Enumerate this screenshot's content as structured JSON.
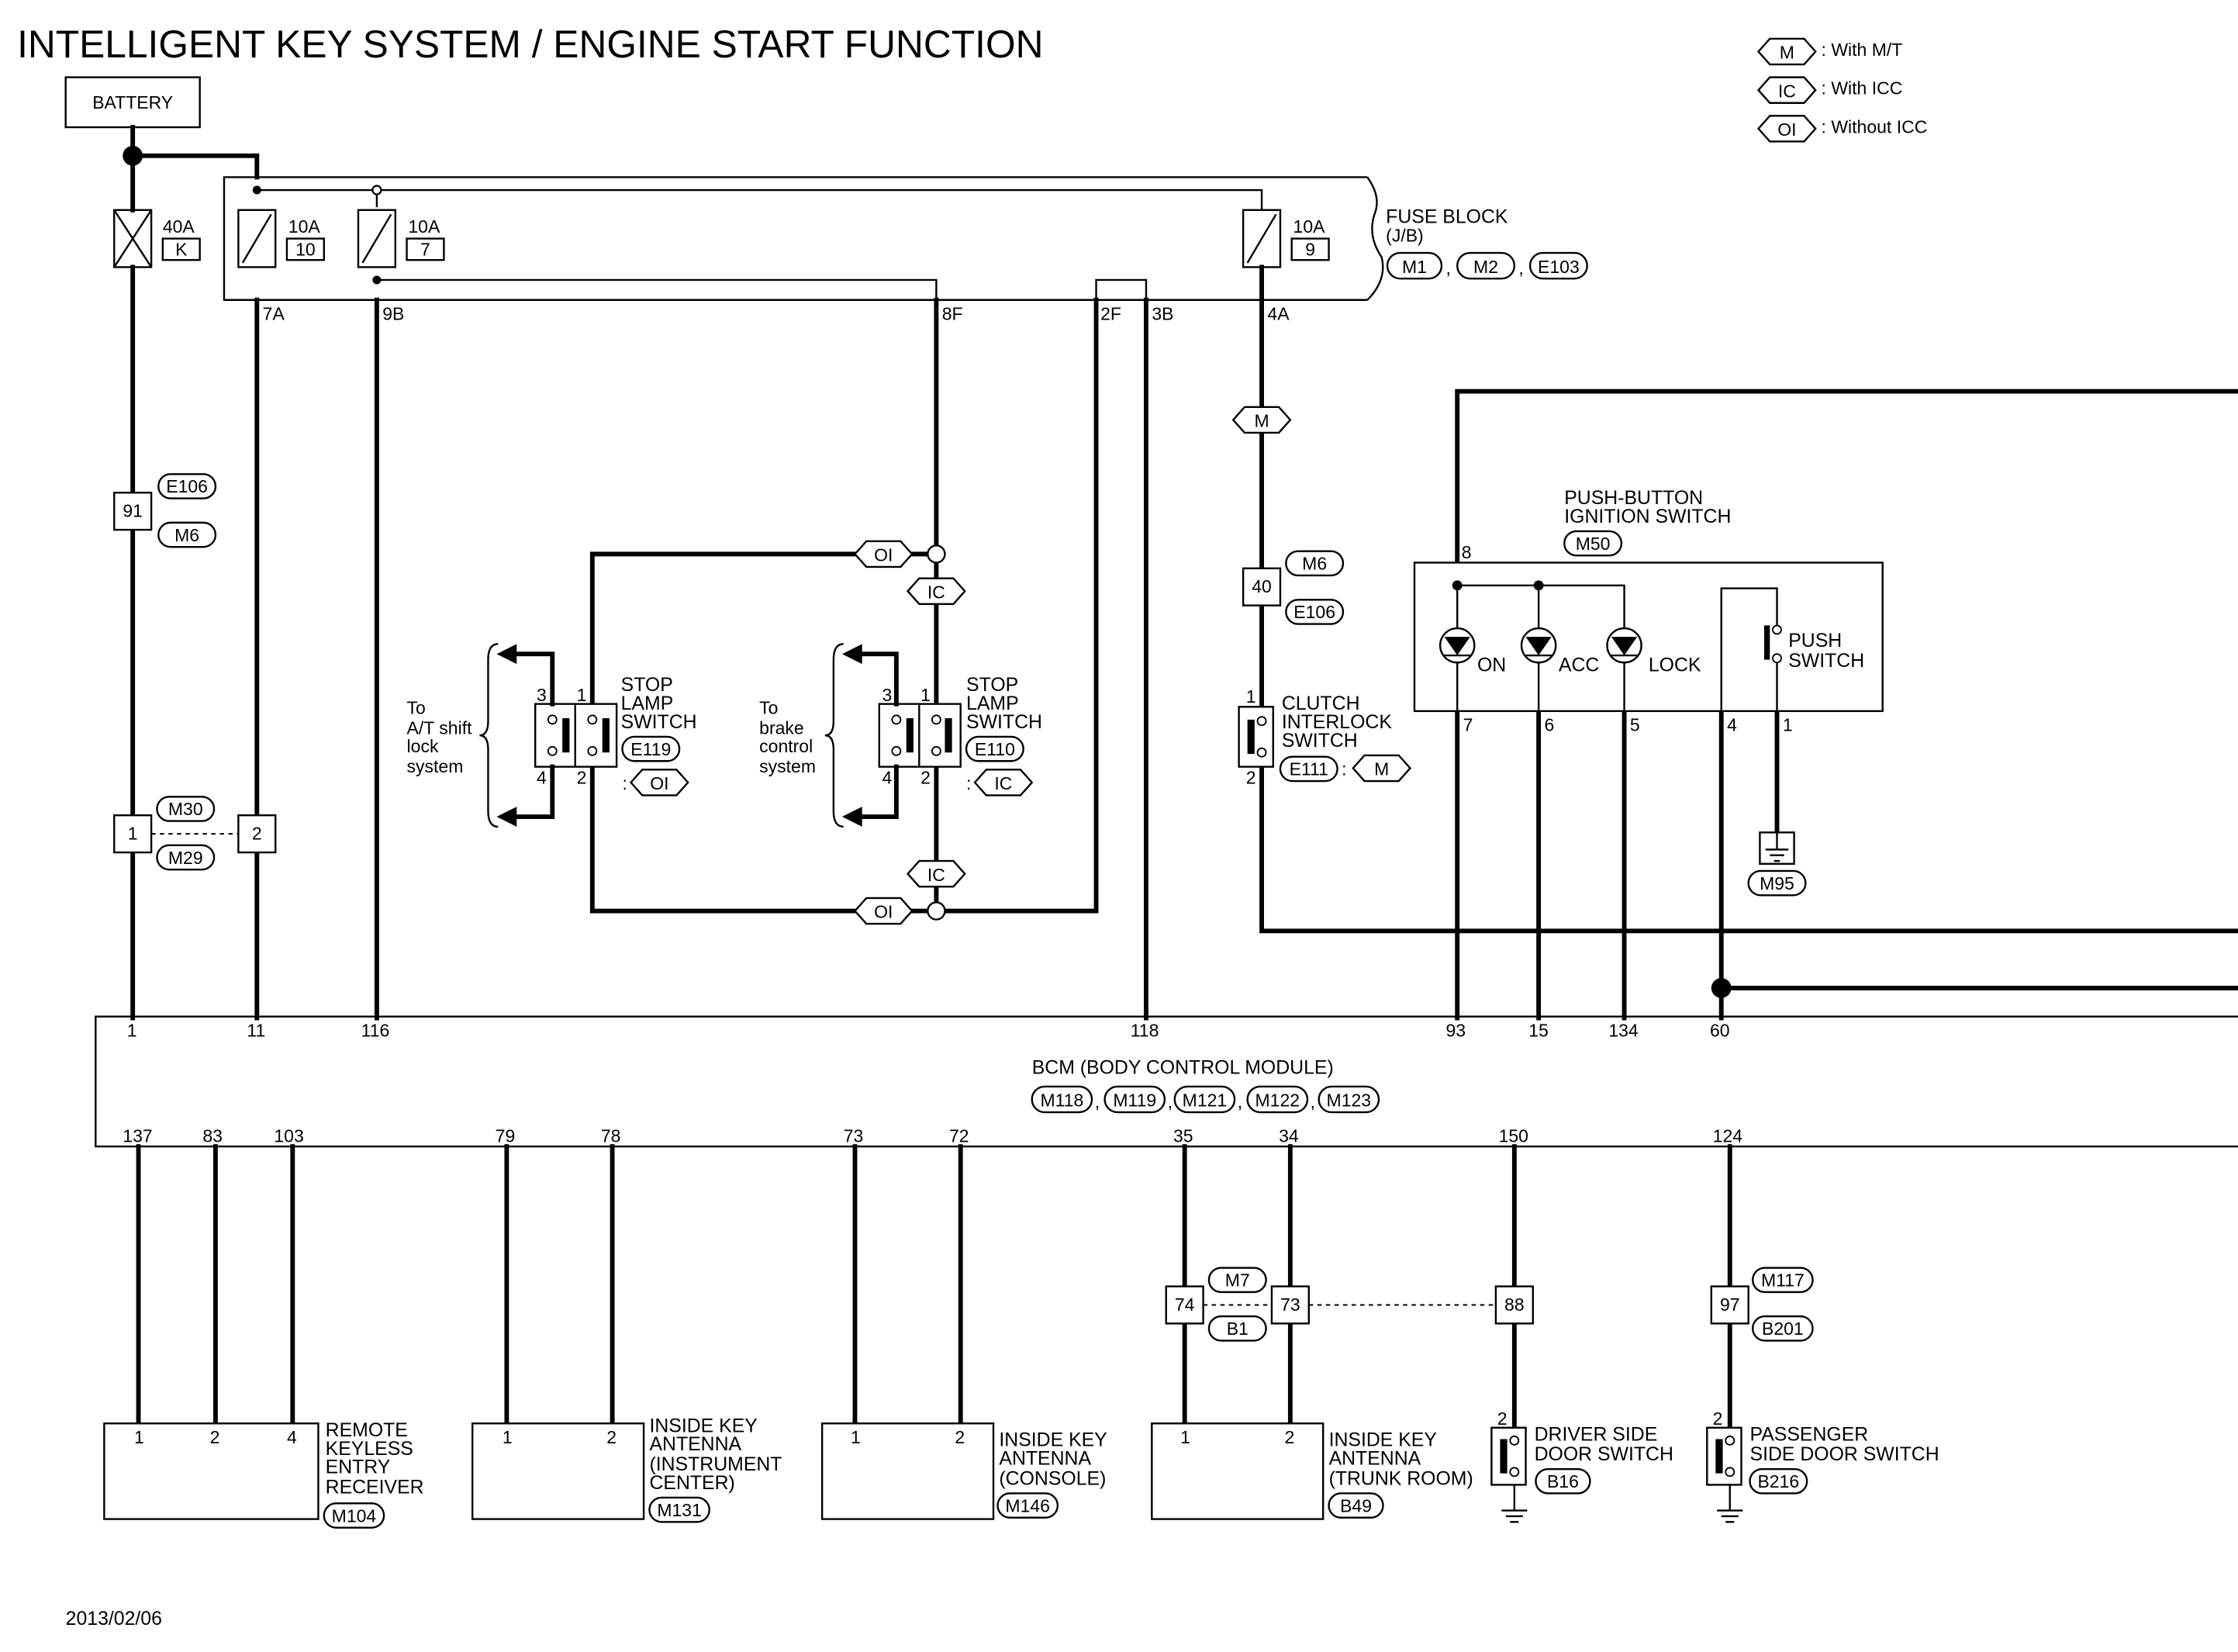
{
  "title": "INTELLIGENT KEY SYSTEM / ENGINE START FUNCTION",
  "date": "2013/02/06",
  "legend": [
    {
      "code": "M",
      "text": ": With M/T"
    },
    {
      "code": "IC",
      "text": ": With ICC"
    },
    {
      "code": "OI",
      "text": ": Without ICC"
    }
  ],
  "battery": "BATTERY",
  "fuse_block": {
    "label_1": "FUSE BLOCK",
    "label_2": "(J/B)",
    "connectors": [
      "M1",
      "M2",
      "E103"
    ],
    "fuses": [
      {
        "amp": "40A",
        "id": "K"
      },
      {
        "amp": "10A",
        "id": "10"
      },
      {
        "amp": "10A",
        "id": "7"
      },
      {
        "amp": "10A",
        "id": "9"
      }
    ],
    "pins": [
      "7A",
      "9B",
      "8F",
      "2F",
      "3B",
      "4A"
    ]
  },
  "connectors": {
    "c91": {
      "pin": "91",
      "top": "E106",
      "bottom": "M6"
    },
    "c1_2": {
      "pin_a": "1",
      "pin_b": "2",
      "top": "M30",
      "bottom": "M29"
    },
    "c40": {
      "pin": "40",
      "top": "M6",
      "bottom": "E106"
    },
    "c74_73": {
      "pin_a": "74",
      "pin_b": "73",
      "top": "M7",
      "bottom": "B1"
    },
    "c88": {
      "pin": "88"
    },
    "c97": {
      "pin": "97",
      "top": "M117",
      "bottom": "B201"
    }
  },
  "stop_lamp_1": {
    "label_1": "STOP",
    "label_2": "LAMP",
    "label_3": "SWITCH",
    "conn": "E119",
    "cond": "OI",
    "pins": [
      "3",
      "1",
      "4",
      "2"
    ],
    "to_1": "To",
    "to_2": "A/T shift",
    "to_3": "lock",
    "to_4": "system"
  },
  "stop_lamp_2": {
    "label_1": "STOP",
    "label_2": "LAMP",
    "label_3": "SWITCH",
    "conn": "E110",
    "cond": "IC",
    "pins": [
      "3",
      "1",
      "4",
      "2"
    ],
    "to_1": "To",
    "to_2": "brake",
    "to_3": "control",
    "to_4": "system"
  },
  "junction_tags": {
    "oi": "OI",
    "ic": "IC"
  },
  "clutch": {
    "label_1": "CLUTCH",
    "label_2": "INTERLOCK",
    "label_3": "SWITCH",
    "conn": "E111",
    "cond": "M",
    "pin_top": "1",
    "pin_bottom": "2",
    "wire_tag": "M"
  },
  "push_button": {
    "label_1": "PUSH-BUTTON",
    "label_2": "IGNITION SWITCH",
    "conn": "M50",
    "pin_top": "8",
    "leds": [
      "ON",
      "ACC",
      "LOCK"
    ],
    "push_1": "PUSH",
    "push_2": "SWITCH",
    "pins_bottom": [
      "7",
      "6",
      "5",
      "4",
      "1"
    ],
    "ground_conn": "M95"
  },
  "bcm": {
    "label": "BCM (BODY CONTROL MODULE)",
    "connectors": [
      "M118",
      "M119",
      "M121",
      "M122",
      "M123"
    ],
    "top_pins": [
      "1",
      "11",
      "116",
      "118",
      "93",
      "15",
      "134",
      "60"
    ],
    "bottom_pins": [
      "137",
      "83",
      "103",
      "79",
      "78",
      "73",
      "72",
      "35",
      "34",
      "150",
      "124"
    ]
  },
  "components": {
    "rker": {
      "lines": [
        "REMOTE",
        "KEYLESS",
        "ENTRY",
        "RECEIVER"
      ],
      "conn": "M104",
      "pins": [
        "1",
        "2",
        "4"
      ]
    },
    "ant_ic": {
      "lines": [
        "INSIDE KEY",
        "ANTENNA",
        "(INSTRUMENT",
        "CENTER)"
      ],
      "conn": "M131",
      "pins": [
        "1",
        "2"
      ]
    },
    "ant_co": {
      "lines": [
        "INSIDE KEY",
        "ANTENNA",
        "(CONSOLE)"
      ],
      "conn": "M146",
      "pins": [
        "1",
        "2"
      ]
    },
    "ant_tr": {
      "lines": [
        "INSIDE KEY",
        "ANTENNA",
        "(TRUNK ROOM)"
      ],
      "conn": "B49",
      "pins": [
        "1",
        "2"
      ]
    },
    "drv": {
      "lines": [
        "DRIVER SIDE",
        "DOOR SWITCH"
      ],
      "conn": "B16",
      "pin": "2"
    },
    "pas": {
      "lines": [
        "PASSENGER",
        "SIDE DOOR SWITCH"
      ],
      "conn": "B216",
      "pin": "2"
    }
  }
}
